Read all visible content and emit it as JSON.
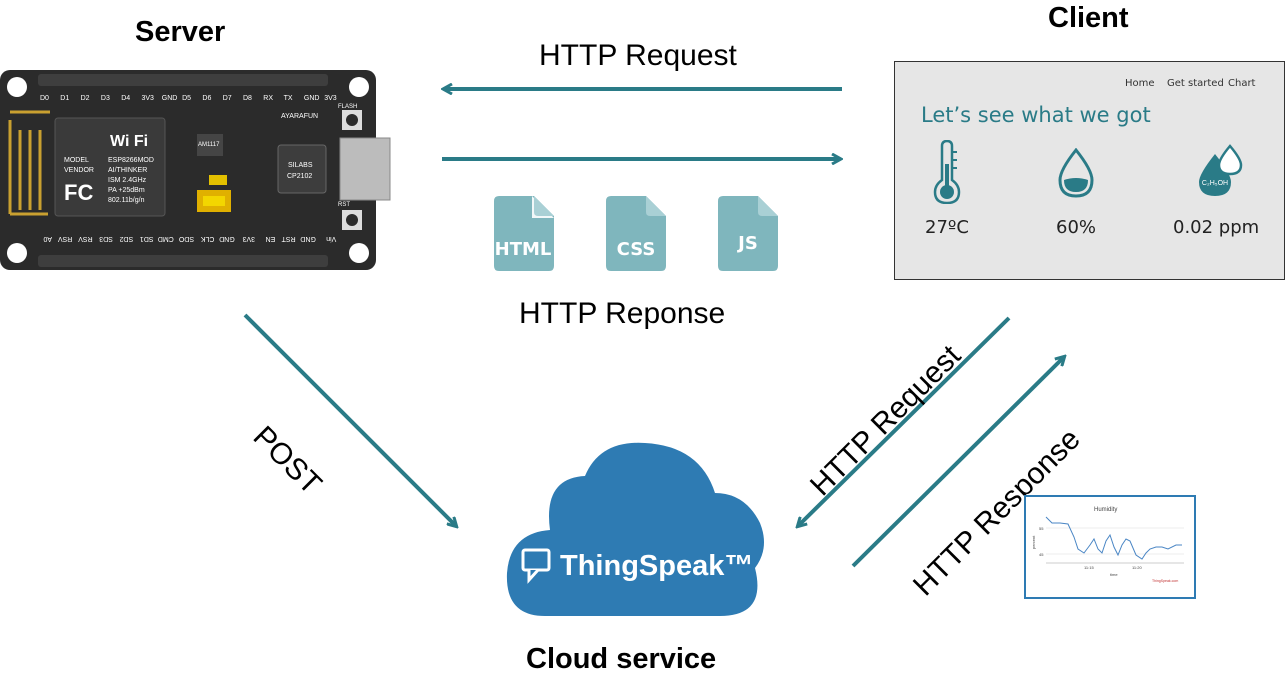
{
  "titles": {
    "server": "Server",
    "client": "Client",
    "cloud": "Cloud service"
  },
  "arrows": {
    "top_request": "HTTP Request",
    "top_response": "HTTP Reponse",
    "post": "POST",
    "cloud_request": "HTTP Request",
    "cloud_response": "HTTP Response"
  },
  "files": [
    "HTML",
    "CSS",
    "JS"
  ],
  "client": {
    "nav": [
      "Home",
      "Get started",
      "Chart"
    ],
    "headline": "Let’s see what we got",
    "readings": [
      {
        "icon": "thermometer-icon",
        "value": "27ºC"
      },
      {
        "icon": "water-drop-icon",
        "value": "60%"
      },
      {
        "icon": "ethanol-drops-icon",
        "value": "0.02 ppm",
        "formula": "C₂H₅OH"
      }
    ]
  },
  "board": {
    "top_pins": [
      "D0",
      "D1",
      "D2",
      "D3",
      "D4",
      "3V3",
      "GND",
      "D5",
      "D6",
      "D7",
      "D8",
      "RX",
      "TX",
      "GND",
      "3V3"
    ],
    "bottom_pins": [
      "A0",
      "RSV",
      "RSV",
      "SD3",
      "SD2",
      "SD1",
      "CMD",
      "SDO",
      "CLK",
      "GND",
      "3V3",
      "EN",
      "RST",
      "GND",
      "Vin"
    ],
    "wifi_text": "Wi Fi",
    "module_text": [
      "ESP8266MOD",
      "AI/THINKER",
      "ISM 2.4GHz",
      "PA +25dBm",
      "802.11b/g/n"
    ],
    "model_text": [
      "MODEL",
      "VENDOR"
    ],
    "fc_text": "FC",
    "regulator": "AM1117",
    "brand": "AYARAFUN",
    "chip_text": [
      "SILABS",
      "CP2102"
    ],
    "flash_label": "FLASH",
    "rst_label": "RST"
  },
  "cloud": {
    "brand": "ThingSpeak™"
  },
  "mini_chart": {
    "title": "Humidity",
    "ylabel": "percent",
    "xlabel": "time",
    "y_ticks": [
      "55",
      "45"
    ],
    "x_ticks": [
      "11:15",
      "11:20"
    ],
    "credit": "ThingSpeak.com"
  },
  "colors": {
    "arrow": "#2a7b87",
    "file_icon": "#7fb6bd",
    "cloud": "#2e7bb3",
    "client_accent": "#2a7b87"
  }
}
